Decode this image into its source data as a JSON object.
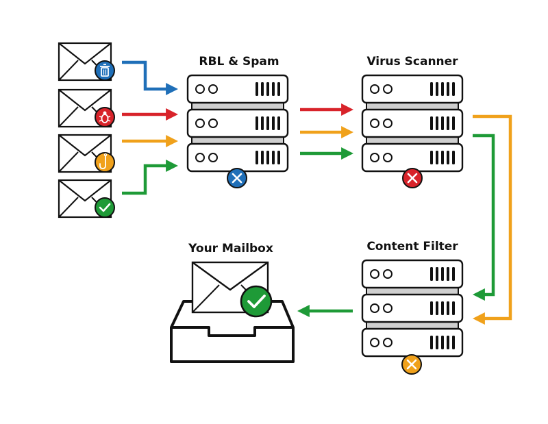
{
  "stages": {
    "rbl_spam": {
      "title": "RBL & Spam"
    },
    "virus_scanner": {
      "title": "Virus Scanner"
    },
    "content_filter": {
      "title": "Content Filter"
    },
    "mailbox": {
      "title": "Your Mailbox"
    }
  },
  "incoming_mail": [
    {
      "kind": "trash",
      "badge_icon": "trash-icon",
      "color": "#1f6fb8"
    },
    {
      "kind": "virus",
      "badge_icon": "bug-icon",
      "color": "#d8232a"
    },
    {
      "kind": "phishing",
      "badge_icon": "fishhook-icon",
      "color": "#f0a11b"
    },
    {
      "kind": "clean",
      "badge_icon": "check-icon",
      "color": "#1e9a37"
    }
  ],
  "colors": {
    "blue": "#1f6fb8",
    "red": "#d8232a",
    "orange": "#f0a11b",
    "green": "#1e9a37",
    "outline": "#111111",
    "server_gap": "#cfcfcf"
  }
}
